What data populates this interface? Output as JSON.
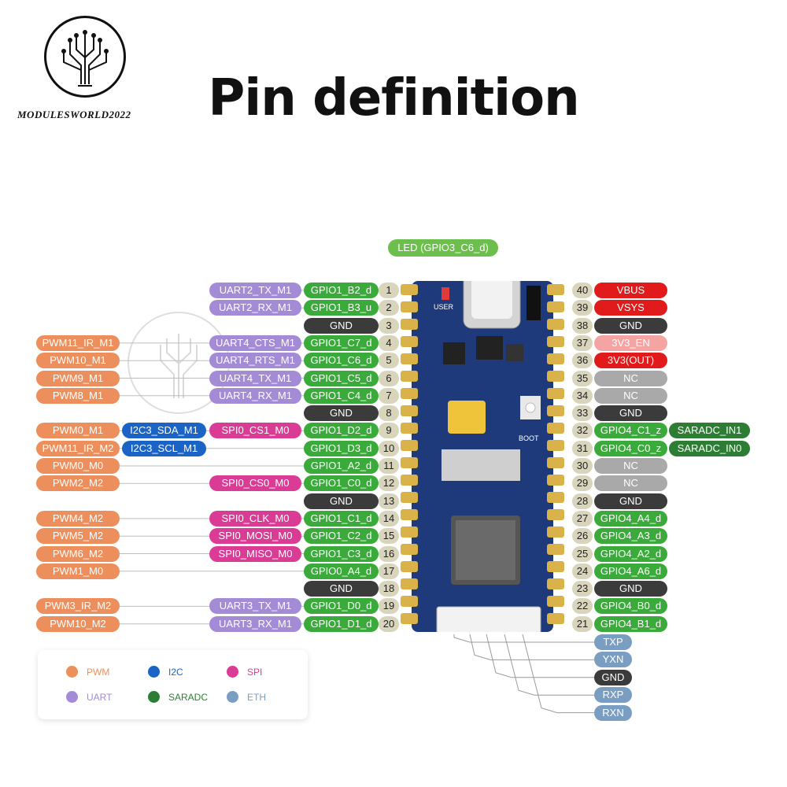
{
  "header": {
    "title": "Pin definition",
    "brand": "MODULESWORLD2022"
  },
  "led_label": "LED (GPIO3_C6_d)",
  "board": {
    "user_label": "USER",
    "boot_label": "BOOT"
  },
  "colors": {
    "pwm": "#ec8f5d",
    "uart": "#a48bd6",
    "gpio": "#3aab3a",
    "gnd": "#3b3b3b",
    "i2c": "#1b63c5",
    "spi": "#da3c95",
    "saradc": "#2e7d34",
    "power": "#e11b1b",
    "enable": "#f5a4a4",
    "nc": "#a9a9a9",
    "eth": "#7a9ec2",
    "pin_number": "#d9d5bd"
  },
  "left_pins": [
    {
      "num": "1",
      "gpio": "GPIO1_B2_d",
      "uart": "UART2_TX_M1"
    },
    {
      "num": "2",
      "gpio": "GPIO1_B3_u",
      "uart": "UART2_RX_M1"
    },
    {
      "num": "3",
      "gnd": "GND"
    },
    {
      "num": "4",
      "gpio": "GPIO1_C7_d",
      "uart": "UART4_CTS_M1",
      "pwm": "PWM11_IR_M1"
    },
    {
      "num": "5",
      "gpio": "GPIO1_C6_d",
      "uart": "UART4_RTS_M1",
      "pwm": "PWM10_M1"
    },
    {
      "num": "6",
      "gpio": "GPIO1_C5_d",
      "uart": "UART4_TX_M1",
      "pwm": "PWM9_M1"
    },
    {
      "num": "7",
      "gpio": "GPIO1_C4_d",
      "uart": "UART4_RX_M1",
      "pwm": "PWM8_M1"
    },
    {
      "num": "8",
      "gnd": "GND"
    },
    {
      "num": "9",
      "gpio": "GPIO1_D2_d",
      "spi": "SPI0_CS1_M0",
      "i2c": "I2C3_SDA_M1",
      "pwm": "PWM0_M1"
    },
    {
      "num": "10",
      "gpio": "GPIO1_D3_d",
      "i2c": "I2C3_SCL_M1",
      "pwm": "PWM11_IR_M2"
    },
    {
      "num": "11",
      "gpio": "GPIO1_A2_d",
      "pwm": "PWM0_M0"
    },
    {
      "num": "12",
      "gpio": "GPIO1_C0_d",
      "spi": "SPI0_CS0_M0",
      "pwm": "PWM2_M2"
    },
    {
      "num": "13",
      "gnd": "GND"
    },
    {
      "num": "14",
      "gpio": "GPIO1_C1_d",
      "spi": "SPI0_CLK_M0",
      "pwm": "PWM4_M2"
    },
    {
      "num": "15",
      "gpio": "GPIO1_C2_d",
      "spi": "SPI0_MOSI_M0",
      "pwm": "PWM5_M2"
    },
    {
      "num": "16",
      "gpio": "GPIO1_C3_d",
      "spi": "SPI0_MISO_M0",
      "pwm": "PWM6_M2"
    },
    {
      "num": "17",
      "gpio": "GPIO0_A4_d",
      "pwm": "PWM1_M0"
    },
    {
      "num": "18",
      "gnd": "GND"
    },
    {
      "num": "19",
      "gpio": "GPIO1_D0_d",
      "uart": "UART3_TX_M1",
      "pwm": "PWM3_IR_M2"
    },
    {
      "num": "20",
      "gpio": "GPIO1_D1_d",
      "uart": "UART3_RX_M1",
      "pwm": "PWM10_M2"
    }
  ],
  "right_pins": [
    {
      "num": "40",
      "label": "VBUS",
      "kind": "pwr"
    },
    {
      "num": "39",
      "label": "VSYS",
      "kind": "pwr"
    },
    {
      "num": "38",
      "label": "GND",
      "kind": "gnd"
    },
    {
      "num": "37",
      "label": "3V3_EN",
      "kind": "en"
    },
    {
      "num": "36",
      "label": "3V3(OUT)",
      "kind": "pwr"
    },
    {
      "num": "35",
      "label": "NC",
      "kind": "nc"
    },
    {
      "num": "34",
      "label": "NC",
      "kind": "nc"
    },
    {
      "num": "33",
      "label": "GND",
      "kind": "gnd"
    },
    {
      "num": "32",
      "label": "GPIO4_C1_z",
      "kind": "gpio",
      "extra": "SARADC_IN1"
    },
    {
      "num": "31",
      "label": "GPIO4_C0_z",
      "kind": "gpio",
      "extra": "SARADC_IN0"
    },
    {
      "num": "30",
      "label": "NC",
      "kind": "nc"
    },
    {
      "num": "29",
      "label": "NC",
      "kind": "nc"
    },
    {
      "num": "28",
      "label": "GND",
      "kind": "gnd"
    },
    {
      "num": "27",
      "label": "GPIO4_A4_d",
      "kind": "gpio"
    },
    {
      "num": "26",
      "label": "GPIO4_A3_d",
      "kind": "gpio"
    },
    {
      "num": "25",
      "label": "GPIO4_A2_d",
      "kind": "gpio"
    },
    {
      "num": "24",
      "label": "GPIO4_A6_d",
      "kind": "gpio"
    },
    {
      "num": "23",
      "label": "GND",
      "kind": "gnd"
    },
    {
      "num": "22",
      "label": "GPIO4_B0_d",
      "kind": "gpio"
    },
    {
      "num": "21",
      "label": "GPIO4_B1_d",
      "kind": "gpio"
    }
  ],
  "eth_pins": [
    {
      "label": "TXP",
      "kind": "eth"
    },
    {
      "label": "YXN",
      "kind": "eth"
    },
    {
      "label": "GND",
      "kind": "gnd"
    },
    {
      "label": "RXP",
      "kind": "eth"
    },
    {
      "label": "RXN",
      "kind": "eth"
    }
  ],
  "legend": [
    {
      "label": "PWM",
      "color": "#ec8f5d"
    },
    {
      "label": "I2C",
      "color": "#1b63c5"
    },
    {
      "label": "SPI",
      "color": "#da3c95"
    },
    {
      "label": "UART",
      "color": "#a48bd6"
    },
    {
      "label": "SARADC",
      "color": "#2e7d34"
    },
    {
      "label": "ETH",
      "color": "#7a9ec2"
    }
  ]
}
